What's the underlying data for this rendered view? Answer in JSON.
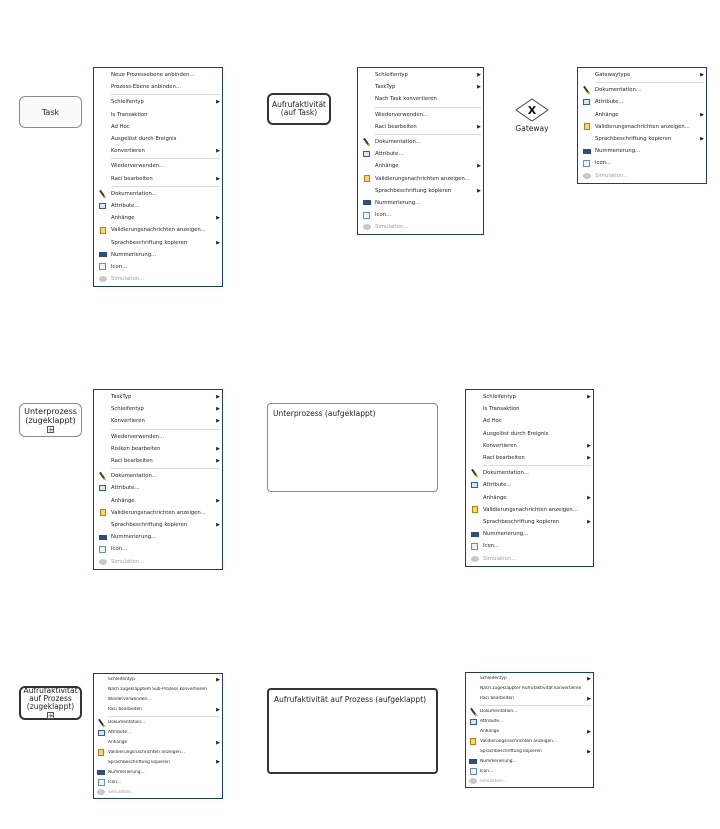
{
  "shapes": {
    "task": "Task",
    "call_task": "Aufrufaktivität (auf Task)",
    "gateway": "Gateway",
    "subprocess": "Unterprozess (zugeklappt)",
    "subprocess_expanded": "Unterprozess (aufgeklappt)",
    "call_process": "Aufrufaktivität auf Prozess (zugeklappt)",
    "call_process_expanded": "Aufrufaktivität auf Prozess (aufgeklappt)",
    "plus_glyph": "+",
    "gateway_glyph": "X"
  },
  "menus": {
    "task": [
      {
        "label": "Neue Prozessebene anbinden...",
        "icon": "",
        "arrow": false,
        "disabled": false
      },
      {
        "label": "Prozess-Ebene anbinden...",
        "icon": "",
        "arrow": false,
        "disabled": false
      },
      {
        "sep": true
      },
      {
        "label": "Schleifentyp",
        "icon": "",
        "arrow": true,
        "disabled": false
      },
      {
        "label": "Is Transaktion",
        "icon": "",
        "arrow": false,
        "disabled": false
      },
      {
        "label": "Ad Hoc",
        "icon": "",
        "arrow": false,
        "disabled": false
      },
      {
        "label": "Ausgelöst durch Ereignis",
        "icon": "",
        "arrow": false,
        "disabled": false
      },
      {
        "label": "Konvertieren",
        "icon": "",
        "arrow": true,
        "disabled": false
      },
      {
        "sep": true
      },
      {
        "label": "Wiederverwenden...",
        "icon": "",
        "arrow": false,
        "disabled": false
      },
      {
        "label": "Raci bearbeiten",
        "icon": "",
        "arrow": true,
        "disabled": false
      },
      {
        "sep": true
      },
      {
        "label": "Dokumentation...",
        "icon": "pen",
        "arrow": false,
        "disabled": false
      },
      {
        "label": "Attribute...",
        "icon": "attr",
        "arrow": false,
        "disabled": false
      },
      {
        "label": "Anhänge",
        "icon": "",
        "arrow": true,
        "disabled": false
      },
      {
        "label": "Validierungsnachrichten anzeigen...",
        "icon": "val",
        "arrow": false,
        "disabled": false
      },
      {
        "label": "Sprachbeschriftung kopieren",
        "icon": "",
        "arrow": true,
        "disabled": false
      },
      {
        "label": "Nummerierung...",
        "icon": "num",
        "arrow": false,
        "disabled": false
      },
      {
        "label": "Icon...",
        "icon": "icon",
        "arrow": false,
        "disabled": false
      },
      {
        "label": "Simulation...",
        "icon": "sim",
        "arrow": false,
        "disabled": true
      }
    ],
    "call_task": [
      {
        "label": "Schleifentyp",
        "icon": "",
        "arrow": true,
        "disabled": false
      },
      {
        "label": "TaskTyp",
        "icon": "",
        "arrow": true,
        "disabled": false
      },
      {
        "label": "Nach Task konvertieren",
        "icon": "",
        "arrow": false,
        "disabled": false
      },
      {
        "sep": true
      },
      {
        "label": "Wiederverwenden...",
        "icon": "",
        "arrow": false,
        "disabled": false
      },
      {
        "label": "Raci bearbeiten",
        "icon": "",
        "arrow": true,
        "disabled": false
      },
      {
        "sep": true
      },
      {
        "label": "Dokumentation...",
        "icon": "pen",
        "arrow": false,
        "disabled": false
      },
      {
        "label": "Attribute...",
        "icon": "attr",
        "arrow": false,
        "disabled": false
      },
      {
        "label": "Anhänge",
        "icon": "",
        "arrow": true,
        "disabled": false
      },
      {
        "label": "Validierungsnachrichten anzeigen...",
        "icon": "val",
        "arrow": false,
        "disabled": false
      },
      {
        "label": "Sprachbeschriftung kopieren",
        "icon": "",
        "arrow": true,
        "disabled": false
      },
      {
        "label": "Nummerierung...",
        "icon": "num",
        "arrow": false,
        "disabled": false
      },
      {
        "label": "Icon...",
        "icon": "icon",
        "arrow": false,
        "disabled": false
      },
      {
        "label": "Simulation...",
        "icon": "sim",
        "arrow": false,
        "disabled": true
      }
    ],
    "gateway": [
      {
        "label": "Gatewaytype",
        "icon": "",
        "arrow": true,
        "disabled": false
      },
      {
        "sep": true
      },
      {
        "label": "Dokumentation...",
        "icon": "pen",
        "arrow": false,
        "disabled": false
      },
      {
        "label": "Attribute...",
        "icon": "attr",
        "arrow": false,
        "disabled": false
      },
      {
        "label": "Anhänge",
        "icon": "",
        "arrow": true,
        "disabled": false
      },
      {
        "label": "Validierungsnachrichten anzeigen...",
        "icon": "val",
        "arrow": false,
        "disabled": false
      },
      {
        "label": "Sprachbeschriftung kopieren",
        "icon": "",
        "arrow": true,
        "disabled": false
      },
      {
        "label": "Nummerierung...",
        "icon": "num",
        "arrow": false,
        "disabled": false
      },
      {
        "label": "Icon...",
        "icon": "icon",
        "arrow": false,
        "disabled": false
      },
      {
        "label": "Simulation...",
        "icon": "sim",
        "arrow": false,
        "disabled": true
      }
    ],
    "subprocess": [
      {
        "label": "TaskTyp",
        "icon": "",
        "arrow": true,
        "disabled": false
      },
      {
        "label": "Schleifentyp",
        "icon": "",
        "arrow": true,
        "disabled": false
      },
      {
        "label": "Konvertieren",
        "icon": "",
        "arrow": true,
        "disabled": false
      },
      {
        "sep": true
      },
      {
        "label": "Wiederverwenden...",
        "icon": "",
        "arrow": false,
        "disabled": false
      },
      {
        "label": "Risiken bearbeiten",
        "icon": "",
        "arrow": true,
        "disabled": false
      },
      {
        "label": "Raci bearbeiten",
        "icon": "",
        "arrow": true,
        "disabled": false
      },
      {
        "sep": true
      },
      {
        "label": "Dokumentation...",
        "icon": "pen",
        "arrow": false,
        "disabled": false
      },
      {
        "label": "Attribute...",
        "icon": "attr",
        "arrow": false,
        "disabled": false
      },
      {
        "label": "Anhänge",
        "icon": "",
        "arrow": true,
        "disabled": false
      },
      {
        "label": "Validierungsnachrichten anzeigen...",
        "icon": "val",
        "arrow": false,
        "disabled": false
      },
      {
        "label": "Sprachbeschriftung kopieren",
        "icon": "",
        "arrow": true,
        "disabled": false
      },
      {
        "label": "Nummerierung...",
        "icon": "num",
        "arrow": false,
        "disabled": false
      },
      {
        "label": "Icon...",
        "icon": "icon",
        "arrow": false,
        "disabled": false
      },
      {
        "label": "Simulation...",
        "icon": "sim",
        "arrow": false,
        "disabled": true
      }
    ],
    "subprocess_expanded": [
      {
        "label": "Schleifentyp",
        "icon": "",
        "arrow": true,
        "disabled": false
      },
      {
        "label": "Is Transaktion",
        "icon": "",
        "arrow": false,
        "disabled": false
      },
      {
        "label": "Ad Hoc",
        "icon": "",
        "arrow": false,
        "disabled": false
      },
      {
        "label": "Ausgelöst durch Ereignis",
        "icon": "",
        "arrow": false,
        "disabled": false
      },
      {
        "label": "Konvertieren",
        "icon": "",
        "arrow": true,
        "disabled": false
      },
      {
        "label": "Raci bearbeiten",
        "icon": "",
        "arrow": true,
        "disabled": false
      },
      {
        "sep": true
      },
      {
        "label": "Dokumentation...",
        "icon": "pen",
        "arrow": false,
        "disabled": false
      },
      {
        "label": "Attribute...",
        "icon": "attr",
        "arrow": false,
        "disabled": false
      },
      {
        "label": "Anhänge",
        "icon": "",
        "arrow": true,
        "disabled": false
      },
      {
        "label": "Validierungsnachrichten anzeigen...",
        "icon": "val",
        "arrow": false,
        "disabled": false
      },
      {
        "label": "Sprachbeschriftung kopieren",
        "icon": "",
        "arrow": true,
        "disabled": false
      },
      {
        "label": "Nummerierung...",
        "icon": "num",
        "arrow": false,
        "disabled": false
      },
      {
        "label": "Icon...",
        "icon": "icon",
        "arrow": false,
        "disabled": false
      },
      {
        "label": "Simulation...",
        "icon": "sim",
        "arrow": false,
        "disabled": true
      }
    ],
    "call_process": [
      {
        "label": "Schleifentyp",
        "icon": "",
        "arrow": true,
        "disabled": false
      },
      {
        "label": "Nach zugeklapptem Sub-Prozess konvertieren",
        "icon": "",
        "arrow": false,
        "disabled": false
      },
      {
        "label": "Wiederverwenden...",
        "icon": "",
        "arrow": false,
        "disabled": false
      },
      {
        "label": "Raci bearbeiten",
        "icon": "",
        "arrow": true,
        "disabled": false
      },
      {
        "sep": true
      },
      {
        "label": "Dokumentation...",
        "icon": "pen",
        "arrow": false,
        "disabled": false
      },
      {
        "label": "Attribute...",
        "icon": "attr",
        "arrow": false,
        "disabled": false
      },
      {
        "label": "Anhänge",
        "icon": "",
        "arrow": true,
        "disabled": false
      },
      {
        "label": "Validierungsnachrichten anzeigen...",
        "icon": "val",
        "arrow": false,
        "disabled": false
      },
      {
        "label": "Sprachbeschriftung kopieren",
        "icon": "",
        "arrow": true,
        "disabled": false
      },
      {
        "label": "Nummerierung...",
        "icon": "num",
        "arrow": false,
        "disabled": false
      },
      {
        "label": "Icon...",
        "icon": "icon",
        "arrow": false,
        "disabled": false
      },
      {
        "label": "Simulation...",
        "icon": "sim",
        "arrow": false,
        "disabled": true
      }
    ],
    "call_process_expanded": [
      {
        "label": "Schleifentyp",
        "icon": "",
        "arrow": true,
        "disabled": false
      },
      {
        "label": "Nach zugeklappter Aufrufaktivität konvertieren",
        "icon": "",
        "arrow": false,
        "disabled": false
      },
      {
        "label": "Raci bearbeiten",
        "icon": "",
        "arrow": true,
        "disabled": false
      },
      {
        "sep": true
      },
      {
        "label": "Dokumentation...",
        "icon": "pen",
        "arrow": false,
        "disabled": false
      },
      {
        "label": "Attribute...",
        "icon": "attr",
        "arrow": false,
        "disabled": false
      },
      {
        "label": "Anhänge",
        "icon": "",
        "arrow": true,
        "disabled": false
      },
      {
        "label": "Validierungsnachrichten anzeigen...",
        "icon": "val",
        "arrow": false,
        "disabled": false
      },
      {
        "label": "Sprachbeschriftung kopieren",
        "icon": "",
        "arrow": true,
        "disabled": false
      },
      {
        "label": "Nummerierung...",
        "icon": "num",
        "arrow": false,
        "disabled": false
      },
      {
        "label": "Icon...",
        "icon": "icon",
        "arrow": false,
        "disabled": false
      },
      {
        "label": "Simulation...",
        "icon": "sim",
        "arrow": false,
        "disabled": true
      }
    ]
  }
}
